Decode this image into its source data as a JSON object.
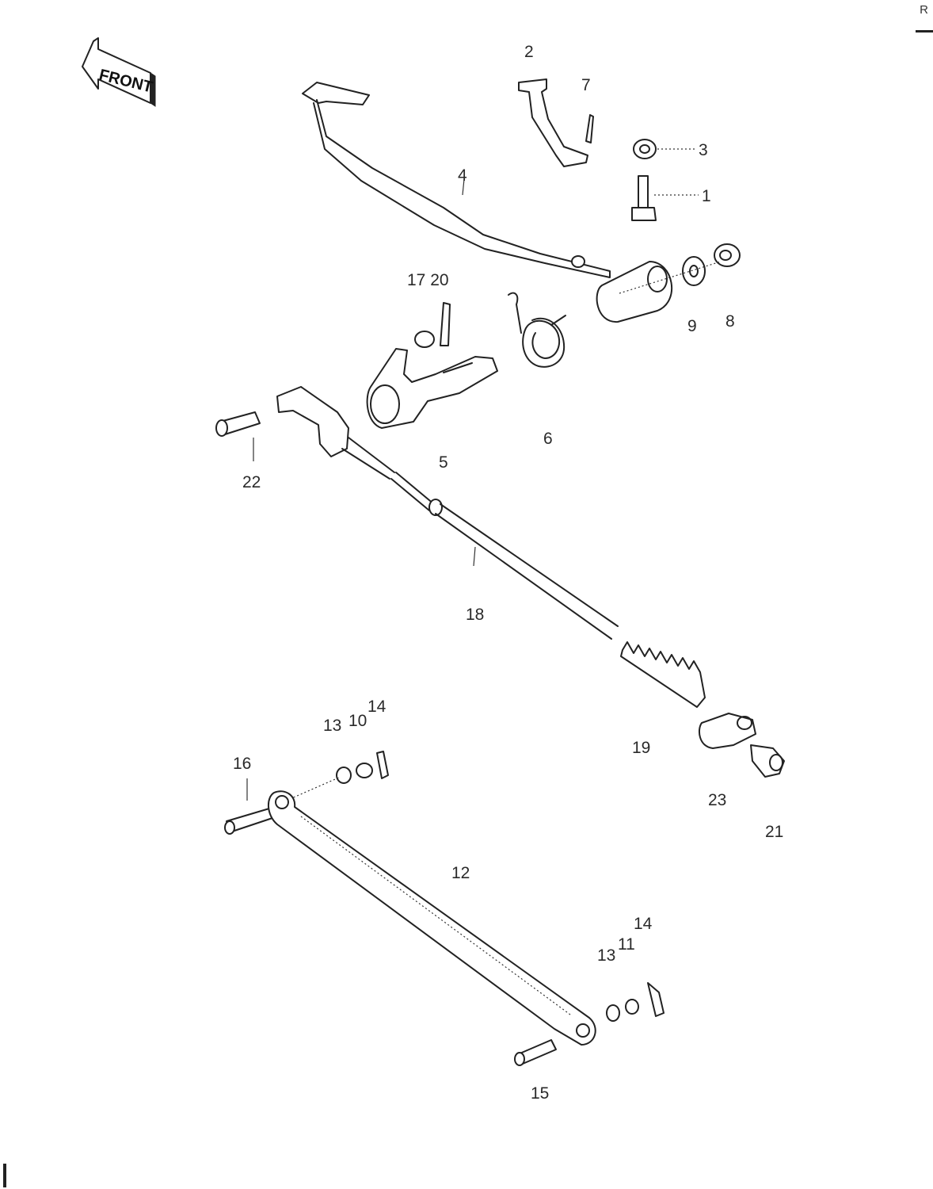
{
  "front_badge": "FRONT",
  "corner_mark": "R",
  "callouts": [
    {
      "id": "2",
      "text": "2"
    },
    {
      "id": "7",
      "text": "7"
    },
    {
      "id": "3",
      "text": "3"
    },
    {
      "id": "4",
      "text": "4"
    },
    {
      "id": "1",
      "text": "1"
    },
    {
      "id": "8",
      "text": "8"
    },
    {
      "id": "9",
      "text": "9"
    },
    {
      "id": "17-20",
      "text": "17 20"
    },
    {
      "id": "6",
      "text": "6"
    },
    {
      "id": "5",
      "text": "5"
    },
    {
      "id": "22",
      "text": "22"
    },
    {
      "id": "18",
      "text": "18"
    },
    {
      "id": "19",
      "text": "19"
    },
    {
      "id": "13a",
      "text": "13"
    },
    {
      "id": "10",
      "text": "10"
    },
    {
      "id": "14a",
      "text": "14"
    },
    {
      "id": "16",
      "text": "16"
    },
    {
      "id": "23",
      "text": "23"
    },
    {
      "id": "21",
      "text": "21"
    },
    {
      "id": "12",
      "text": "12"
    },
    {
      "id": "14b",
      "text": "14"
    },
    {
      "id": "11",
      "text": "11"
    },
    {
      "id": "13b",
      "text": "13"
    },
    {
      "id": "15",
      "text": "15"
    }
  ]
}
